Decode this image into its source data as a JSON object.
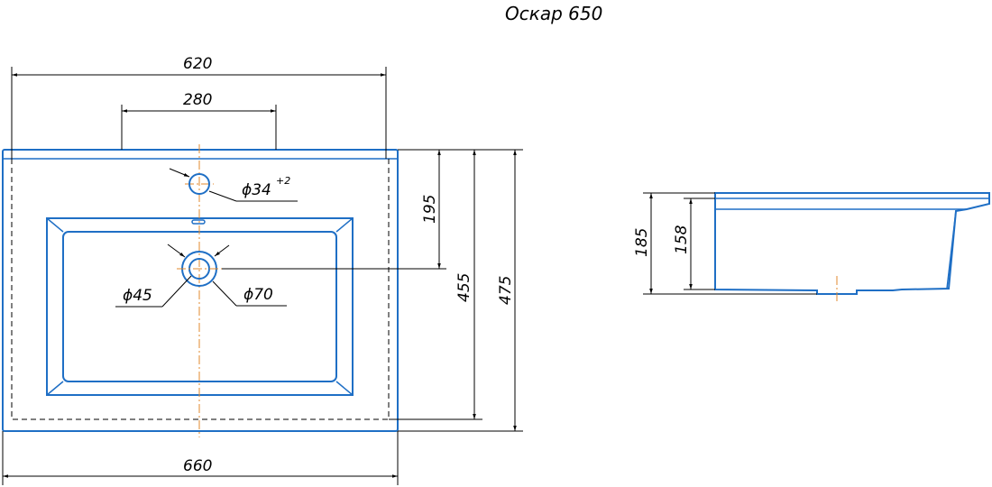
{
  "title": "Оскар 650",
  "dimensions": {
    "top_width": "620",
    "mixer_spacing": "280",
    "bottom_width": "660",
    "hole_offset": "195",
    "inner_depth": "455",
    "total_depth": "475",
    "hole_mixer": "ϕ34",
    "hole_mixer_tol": "+2",
    "drain_inner": "ϕ45",
    "drain_outer": "ϕ70",
    "side_height": "185",
    "side_bowl": "158"
  },
  "colors": {
    "outline": "#1f6fc5",
    "dimension": "#000000",
    "axis": "#e08a2c"
  }
}
